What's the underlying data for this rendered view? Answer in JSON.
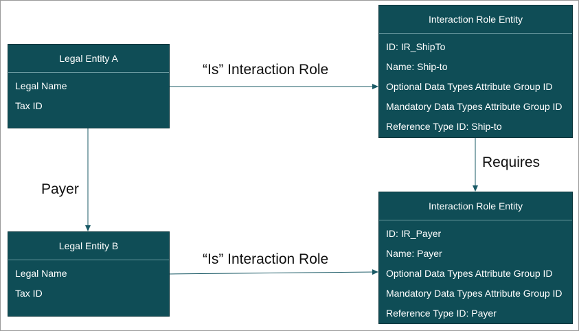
{
  "legal_entity_a": {
    "title": "Legal Entity A",
    "fields": [
      "Legal Name",
      "Tax ID"
    ]
  },
  "legal_entity_b": {
    "title": "Legal Entity B",
    "fields": [
      "Legal Name",
      "Tax ID"
    ]
  },
  "interaction_role_shipto": {
    "title": "Interaction Role Entity",
    "fields": [
      "ID: IR_ShipTo",
      "Name: Ship-to",
      "Optional Data Types Attribute Group ID",
      "Mandatory Data Types Attribute Group ID",
      "Reference Type ID: Ship-to"
    ]
  },
  "interaction_role_payer": {
    "title": "Interaction Role Entity",
    "fields": [
      "ID: IR_Payer",
      "Name: Payer",
      "Optional Data Types Attribute Group ID",
      "Mandatory Data Types Attribute Group ID",
      "Reference Type ID: Payer"
    ]
  },
  "connectors": {
    "a_to_shipto_label": "“Is” Interaction Role",
    "b_to_payer_label": "“Is” Interaction Role",
    "a_to_b_label": "Payer",
    "shipto_to_payer_label": "Requires"
  },
  "colors": {
    "entity_fill": "#0f4d56",
    "arrow": "#1a5a66"
  }
}
